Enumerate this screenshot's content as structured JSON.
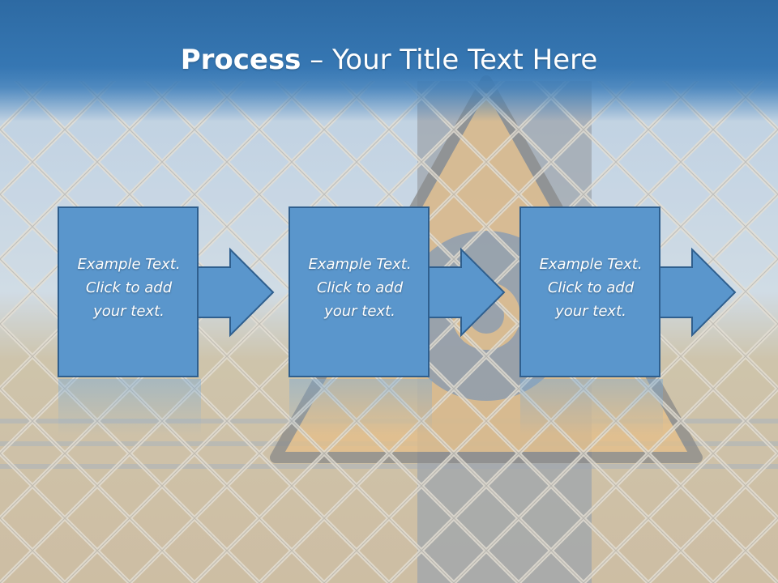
{
  "slide": {
    "title_bold": "Process",
    "title_rest": " – Your Title Text Here"
  },
  "steps": [
    {
      "lines": [
        "Example Text.",
        "Click  to add",
        "your text."
      ]
    },
    {
      "lines": [
        "Example Text.",
        "Click  to add",
        "your text."
      ]
    },
    {
      "lines": [
        "Example Text.",
        "Click  to add",
        "your text."
      ]
    }
  ],
  "colors": {
    "title_bar": "#3677b3",
    "box_fill": "#5a96cc",
    "box_stroke": "#2f5f8e",
    "sign": "#e8b266"
  },
  "icons": {
    "background": "radiation-warning-sign-behind-chain-link-fence",
    "connector": "arrow-right-icon"
  }
}
